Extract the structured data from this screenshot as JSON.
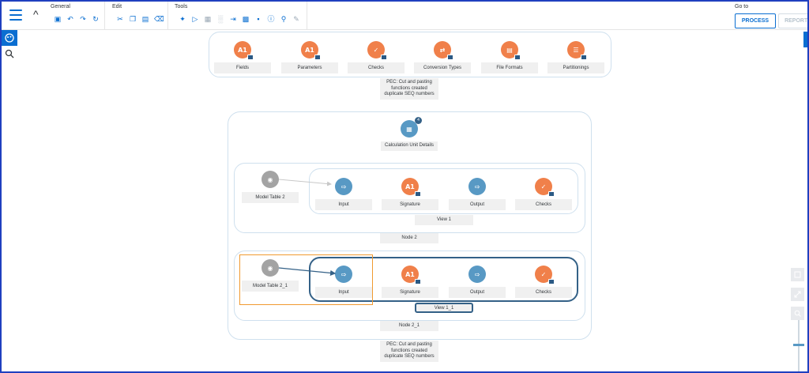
{
  "toolbar": {
    "groups": {
      "general": "General",
      "edit": "Edit",
      "tools": "Tools",
      "goto": "Go to"
    },
    "buttons": {
      "process": "PROCESS",
      "reports": "REPORTS"
    }
  },
  "parameters_bar": {
    "items": [
      {
        "label": "Fields",
        "icon": "a1-icon"
      },
      {
        "label": "Parameters",
        "icon": "a1-icon"
      },
      {
        "label": "Checks",
        "icon": "check-icon"
      },
      {
        "label": "Conversion Types",
        "icon": "conversion-icon"
      },
      {
        "label": "File Formats",
        "icon": "file-format-icon"
      },
      {
        "label": "Partitionings",
        "icon": "partition-icon"
      }
    ],
    "note": "PEC: Cut and pasting functions created duplicate SEQ numbers"
  },
  "calculation_unit": {
    "label": "Calculation Unit Details",
    "badge_count": "4",
    "node_2": {
      "model_table": "Model Table 2",
      "view_label": "View 1",
      "node_label": "Node 2",
      "steps": [
        "Input",
        "Signature",
        "Output",
        "Checks"
      ]
    },
    "node_2_1": {
      "model_table": "Model Table 2_1",
      "view_label": "View 1_1",
      "node_label": "Node 2_1",
      "steps": [
        "Input",
        "Signature",
        "Output",
        "Checks"
      ]
    },
    "note": "PEC: Cut and pasting functions created duplicate SEQ numbers"
  },
  "colors": {
    "accent": "#0a6ed1",
    "orange": "#f0804a",
    "blue": "#5899c4",
    "highlight_orange": "#f09a30",
    "selection_blue": "#346187"
  }
}
